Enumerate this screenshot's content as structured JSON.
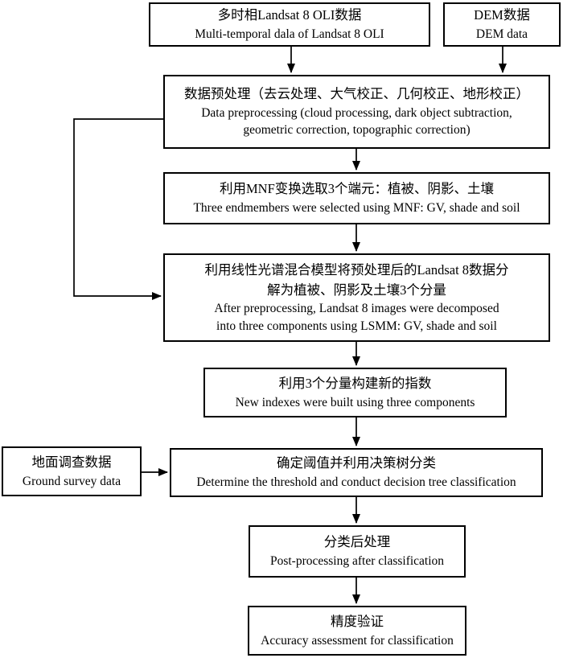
{
  "colors": {
    "background": "#ffffff",
    "stroke": "#000000",
    "text": "#000000"
  },
  "nodes": [
    {
      "id": "landsat",
      "zh": "多时相Landsat 8 OLI数据",
      "en": "Multi-temporal dala of Landsat 8 OLI"
    },
    {
      "id": "dem",
      "zh": "DEM数据",
      "en": "DEM data"
    },
    {
      "id": "preprocessing",
      "zh": "数据预处理（去云处理、大气校正、几何校正、地形校正）",
      "en": "Data preprocessing (cloud processing, dark object subtraction,\ngeometric correction, topographic correction)"
    },
    {
      "id": "mnf",
      "zh": "利用MNF变换选取3个端元：植被、阴影、土壤",
      "en": "Three endmembers were selected using MNF: GV, shade and soil"
    },
    {
      "id": "lsmm",
      "zh": "利用线性光谱混合模型将预处理后的Landsat 8数据分\n解为植被、阴影及土壤3个分量",
      "en": "After preprocessing, Landsat 8 images were decomposed\ninto three components using LSMM: GV, shade and soil"
    },
    {
      "id": "indexes",
      "zh": "利用3个分量构建新的指数",
      "en": "New indexes were built using three components"
    },
    {
      "id": "ground",
      "zh": "地面调查数据",
      "en": "Ground survey data"
    },
    {
      "id": "decision",
      "zh": "确定阈值并利用决策树分类",
      "en": "Determine the threshold and conduct decision tree classification"
    },
    {
      "id": "postprocessing",
      "zh": "分类后处理",
      "en": "Post-processing after classification"
    },
    {
      "id": "accuracy",
      "zh": "精度验证",
      "en": "Accuracy assessment for classification"
    }
  ],
  "edges": [
    {
      "from": "landsat",
      "to": "preprocessing"
    },
    {
      "from": "dem",
      "to": "preprocessing"
    },
    {
      "from": "preprocessing",
      "to": "mnf"
    },
    {
      "from": "mnf",
      "to": "lsmm"
    },
    {
      "from": "preprocessing",
      "to": "lsmm"
    },
    {
      "from": "lsmm",
      "to": "indexes"
    },
    {
      "from": "indexes",
      "to": "decision"
    },
    {
      "from": "ground",
      "to": "decision"
    },
    {
      "from": "decision",
      "to": "postprocessing"
    },
    {
      "from": "postprocessing",
      "to": "accuracy"
    }
  ]
}
